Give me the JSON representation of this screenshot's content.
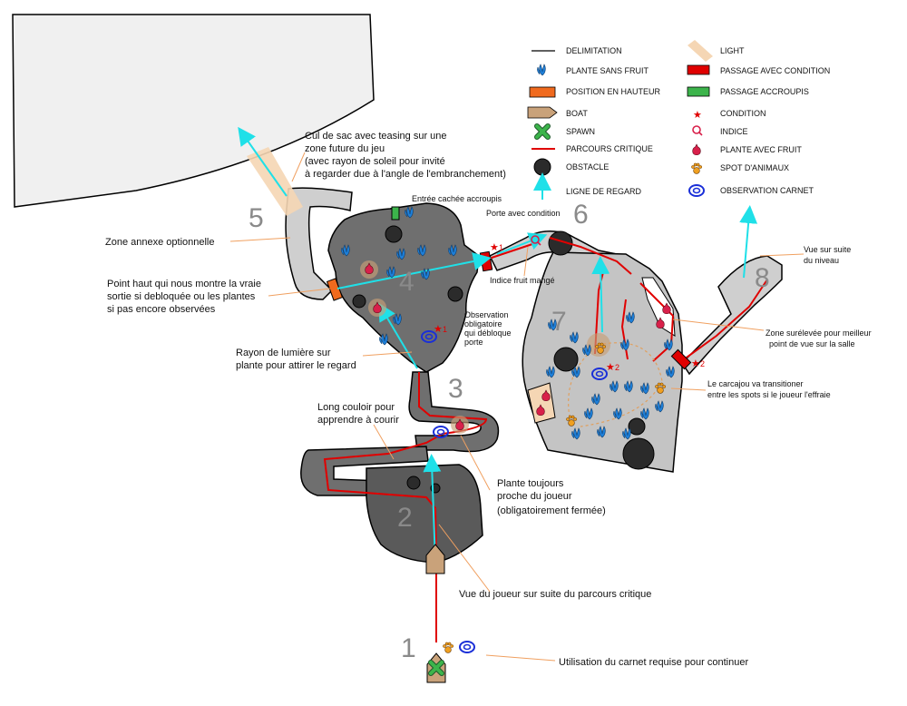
{
  "zones": [
    "1",
    "2",
    "3",
    "4",
    "5",
    "6",
    "7",
    "8"
  ],
  "legend": {
    "delimitation": "DELIMITATION",
    "plante_sans_fruit": "PLANTE SANS FRUIT",
    "position_en_hauteur": "POSITION EN HAUTEUR",
    "boat": "BOAT",
    "spawn": "SPAWN",
    "parcours_critique": "PARCOURS CRITIQUE",
    "obstacle": "OBSTACLE",
    "ligne_de_regard": "LIGNE DE REGARD",
    "light": "LIGHT",
    "passage_avec_condition": "PASSAGE AVEC CONDITION",
    "passage_accroupis": "PASSAGE ACCROUPIS",
    "condition": "CONDITION",
    "indice": "INDICE",
    "plante_avec_fruit": "PLANTE AVEC FRUIT",
    "spot_d_animaux": "SPOT D'ANIMAUX",
    "observation_carnet": "OBSERVATION CARNET"
  },
  "annotations": {
    "cul_de_sac": [
      "Cul de sac avec teasing sur une",
      "zone future du jeu",
      "(avec rayon de soleil pour invité",
      "à regarder due à l'angle  de l'embranchement)"
    ],
    "zone_annexe": "Zone annexe optionnelle",
    "point_haut": [
      "Point haut qui nous montre la vraie",
      "sortie si debloquée ou les plantes",
      "si pas encore observées"
    ],
    "rayon_lumiere": [
      "Rayon de lumière sur",
      "plante pour attirer le regard"
    ],
    "long_couloir": [
      "Long couloir pour",
      "apprendre à courir"
    ],
    "plante_toujours": [
      "Plante toujours",
      "proche du joueur",
      "(obligatoirement fermée)"
    ],
    "vue_joueur": "Vue du joueur sur suite du parcours critique",
    "utilisation_carnet": "Utilisation du carnet requise pour continuer",
    "entree_cachee": "Entrée cachée accroupis",
    "porte_condition": "Porte avec condition",
    "indice_fruit": "Indice fruit mangé",
    "observation_obligatoire": [
      "Observation",
      "obligatoire",
      "qui débloque",
      "porte"
    ],
    "vue_suite": [
      "Vue sur suite",
      "du niveau"
    ],
    "zone_surelevee": [
      "Zone surélevée pour meilleur",
      "point de vue sur la salle"
    ],
    "carcajou": [
      "Le carcajou va transitioner",
      "entre les spots si le joueur l'effraie"
    ]
  },
  "condition_markers": [
    "1",
    "1",
    "2",
    "2"
  ],
  "colors": {
    "floor_light": "#c8c8c8",
    "floor_dark": "#5a5a5a",
    "floor_mid": "#7a7a7a",
    "outline": "#000000",
    "critical_path": "#e00000",
    "sight_line": "#1fe0e8",
    "plant": "#1e7fd8",
    "high_position": "#f06a1e",
    "crouch_passage": "#3cb44b",
    "condition_passage": "#e00000",
    "light": "#f5d6b4",
    "boat": "#c9a27a",
    "spawn": "#3cb44b",
    "observation": "#1a2fd8",
    "animal": "#f0a020",
    "fruit_plant": "#d8204a"
  }
}
